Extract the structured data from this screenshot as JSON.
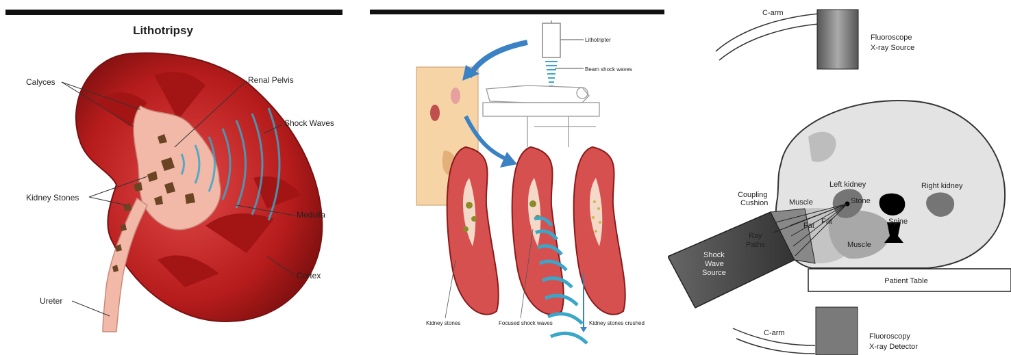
{
  "panel1": {
    "title": "Lithotripsy",
    "labels": {
      "calyces": "Calyces",
      "renal_pelvis": "Renal Pelvis",
      "shock_waves": "Shock Waves",
      "kidney_stones": "Kidney Stones",
      "medulla": "Medulla",
      "cortex": "Cortex",
      "ureter": "Ureter"
    }
  },
  "panel2": {
    "labels": {
      "lithotripter": "Lithotripter",
      "beam_shock_waves": "Beam shock waves",
      "kidney_stones": "Kidney stones",
      "focused_shock_waves": "Focused shock waves",
      "kidney_stones_crushed": "Kidney stones crushed"
    }
  },
  "panel3": {
    "labels": {
      "c_arm_top": "C-arm",
      "fluoroscope_1": "Fluoroscope",
      "fluoroscope_2": "X-ray Source",
      "coupling_1": "Coupling",
      "coupling_2": "Cushion",
      "muscle_left": "Muscle",
      "left_kidney": "Left kidney",
      "stone": "Stone",
      "right_kidney": "Right kidney",
      "fat_1": "Fat",
      "fat_2": "Fat",
      "ray_1": "Ray",
      "ray_2": "Paths",
      "spine": "Spine",
      "muscle_bottom": "Muscle",
      "shock_1": "Shock",
      "shock_2": "Wave",
      "shock_3": "Source",
      "patient_table": "Patient Table",
      "c_arm_bottom": "C-arm",
      "detector_1": "Fluoroscopy",
      "detector_2": "X-ray Detector"
    }
  },
  "colors": {
    "kidney_dark": "#8b1a1a",
    "kidney_red": "#c62828",
    "kidney_pink": "#f2b8a8",
    "stone_brown": "#6b4423",
    "wave_blue": "#3aa7c8",
    "arrow_blue": "#3b82c4",
    "ct_gray": "#d9d9d9",
    "ct_dark": "#9e9e9e"
  }
}
